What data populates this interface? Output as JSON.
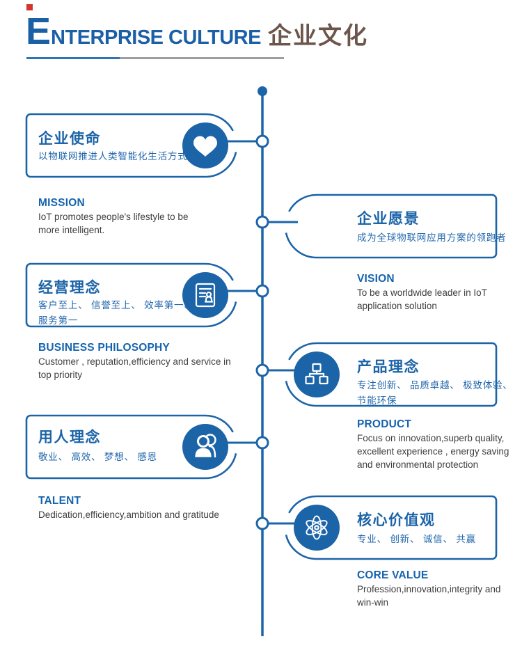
{
  "header": {
    "title_initial": "E",
    "title_rest": "NTERPRISE CULTURE",
    "title_cn": "企业文化"
  },
  "colors": {
    "primary_blue": "#1C64A8",
    "heading_blue": "#1563AE",
    "title_brown": "#6C564B",
    "accent_red": "#D5352C",
    "underline_gray": "#9E9E9E",
    "body_text": "#3E3E3E"
  },
  "sections": [
    {
      "id": "mission",
      "side": "left",
      "icon": "heart-icon",
      "title_cn": "企业使命",
      "subtitle_cn": "以物联网推进人类智能化生活方式",
      "title_en": "MISSION",
      "body_en": "IoT promotes people's lifestyle to be\nmore intelligent."
    },
    {
      "id": "vision",
      "side": "right",
      "icon": "paper-plane-icon",
      "title_cn": "企业愿景",
      "subtitle_cn": "成为全球物联网应用方案的领跑者",
      "title_en": "VISION",
      "body_en": "To be a worldwide leader in IoT\napplication solution"
    },
    {
      "id": "business-philosophy",
      "side": "left",
      "icon": "document-person-icon",
      "title_cn": "经营理念",
      "subtitle_cn": "客户至上、 信誉至上、 效率第一、\n服务第一",
      "title_en": "BUSINESS PHILOSOPHY",
      "body_en": "Customer , reputation,efficiency and service in\ntop priority"
    },
    {
      "id": "product",
      "side": "right",
      "icon": "sitemap-icon",
      "title_cn": "产品理念",
      "subtitle_cn": "专注创新、 品质卓越、 极致体验、\n节能环保",
      "title_en": "PRODUCT",
      "body_en": "Focus on innovation,superb quality,\nexcellent experience , energy saving\nand environmental protection"
    },
    {
      "id": "talent",
      "side": "left",
      "icon": "people-icon",
      "title_cn": "用人理念",
      "subtitle_cn": "敬业、 高效、 梦想、 感恩",
      "title_en": "TALENT",
      "body_en": "Dedication,efficiency,ambition and gratitude"
    },
    {
      "id": "core-value",
      "side": "right",
      "icon": "atom-icon",
      "title_cn": "核心价值观",
      "subtitle_cn": "专业、 创新、 诚信、 共赢",
      "title_en": "CORE VALUE",
      "body_en": "Profession,innovation,integrity and\nwin-win"
    }
  ]
}
